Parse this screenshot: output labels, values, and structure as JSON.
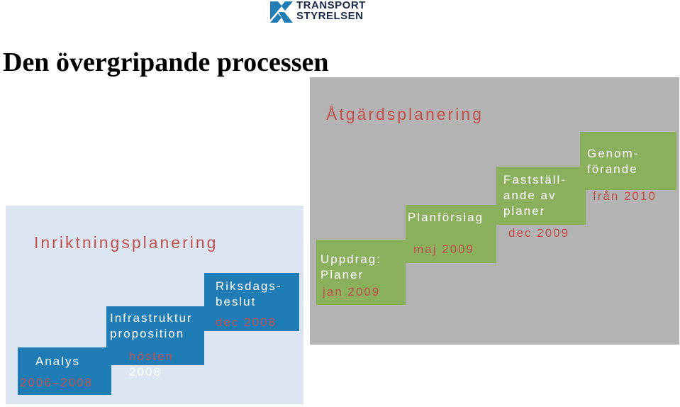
{
  "logo": {
    "line1": "TRANSPORT",
    "line2": "STYRELSEN"
  },
  "title": "Den övergripande processen",
  "atgardsplanering": {
    "heading": "Åtgärdsplanering",
    "steps": [
      {
        "name": "Uppdrag:",
        "name2": "Planer",
        "date": "jan 2009"
      },
      {
        "name": "Planförslag",
        "date": "maj 2009"
      },
      {
        "name": "Fastställ-",
        "name2": "ande av",
        "name3": "planer",
        "date": "dec 2009"
      },
      {
        "name": "Genom-",
        "name2": "förande",
        "date": "från 2010"
      }
    ]
  },
  "inriktningsplanering": {
    "heading": "Inriktningsplanering",
    "steps": [
      {
        "name": "Analys",
        "date": "2006–2008"
      },
      {
        "name": "Infrastruktur",
        "name2": "proposition",
        "date": "hösten",
        "date2": "2008"
      },
      {
        "name": "Riksdags-",
        "name2": "beslut",
        "date": "dec 2008"
      }
    ]
  },
  "colors": {
    "blue_step": "#1f7cb5",
    "green_step": "#8ab05d",
    "heading_red": "#c0504d",
    "bg_blue": "#dce6f2",
    "bg_gray": "#b3b3b3"
  }
}
